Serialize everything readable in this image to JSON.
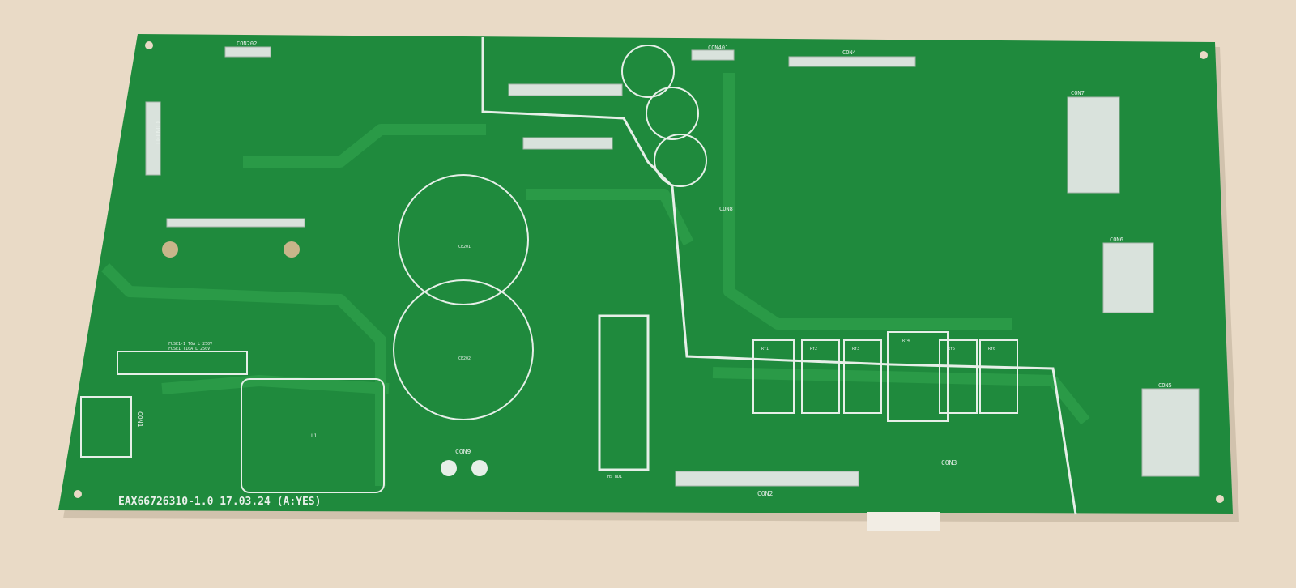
{
  "board": {
    "part_number": "EAX66726310-1.0 17.03.24 (A:YES)",
    "connectors": {
      "con202": "CON202",
      "con401": "CON401",
      "con4": "CON4",
      "con7": "CON7",
      "con6": "CON6",
      "con5": "CON5",
      "con8": "CON8",
      "con2": "CON2",
      "con3": "CON3",
      "con9": "CON9",
      "con1": "CON1",
      "con101": "CON101"
    },
    "fuse_label_1": "FUSE1-1 T6A L 250V",
    "fuse_label_2": "FUSE1 T10A L 250V",
    "capacitors": {
      "ce201": "CE201",
      "ce202": "CE202"
    },
    "heatsink": "HS_BD1",
    "inductor": "L1",
    "relays": [
      "RY1",
      "RY2",
      "RY3",
      "RY4",
      "RY5",
      "RY6"
    ],
    "colors": {
      "board": "#1f8a3d",
      "background": "#e9dac6",
      "silkscreen": "#e8f0ea"
    }
  }
}
